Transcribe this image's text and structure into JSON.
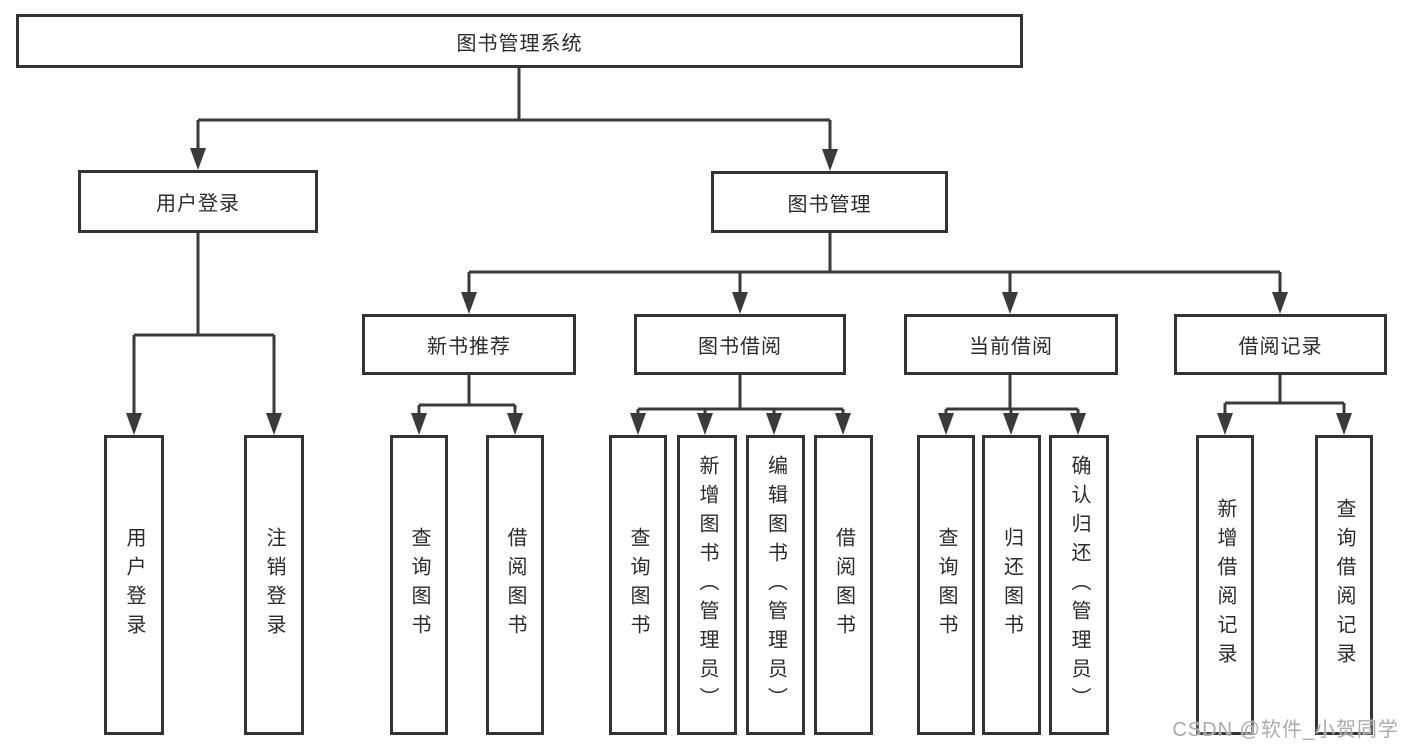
{
  "diagram": {
    "root": {
      "label": "图书管理系统"
    },
    "level2": [
      {
        "label": "用户登录"
      },
      {
        "label": "图书管理"
      }
    ],
    "level3": [
      {
        "label": "新书推荐"
      },
      {
        "label": "图书借阅"
      },
      {
        "label": "当前借阅"
      },
      {
        "label": "借阅记录"
      }
    ],
    "leaves": {
      "user_login": [
        "用户登录",
        "注销登录"
      ],
      "new_books": [
        "查询图书",
        "借阅图书"
      ],
      "book_borrow": [
        "查询图书",
        "新增图书（管理员）",
        "编辑图书（管理员）",
        "借阅图书"
      ],
      "current_borrow": [
        "查询图书",
        "归还图书",
        "确认归还（管理员）"
      ],
      "borrow_records": [
        "新增借阅记录",
        "查询借阅记录"
      ]
    },
    "colors": {
      "line": "#3a3a3a",
      "border": "#333333",
      "text": "#2b2b2b",
      "background": "#ffffff",
      "watermark": "#ababab"
    },
    "watermark": "CSDN @软件_小贺同学"
  }
}
